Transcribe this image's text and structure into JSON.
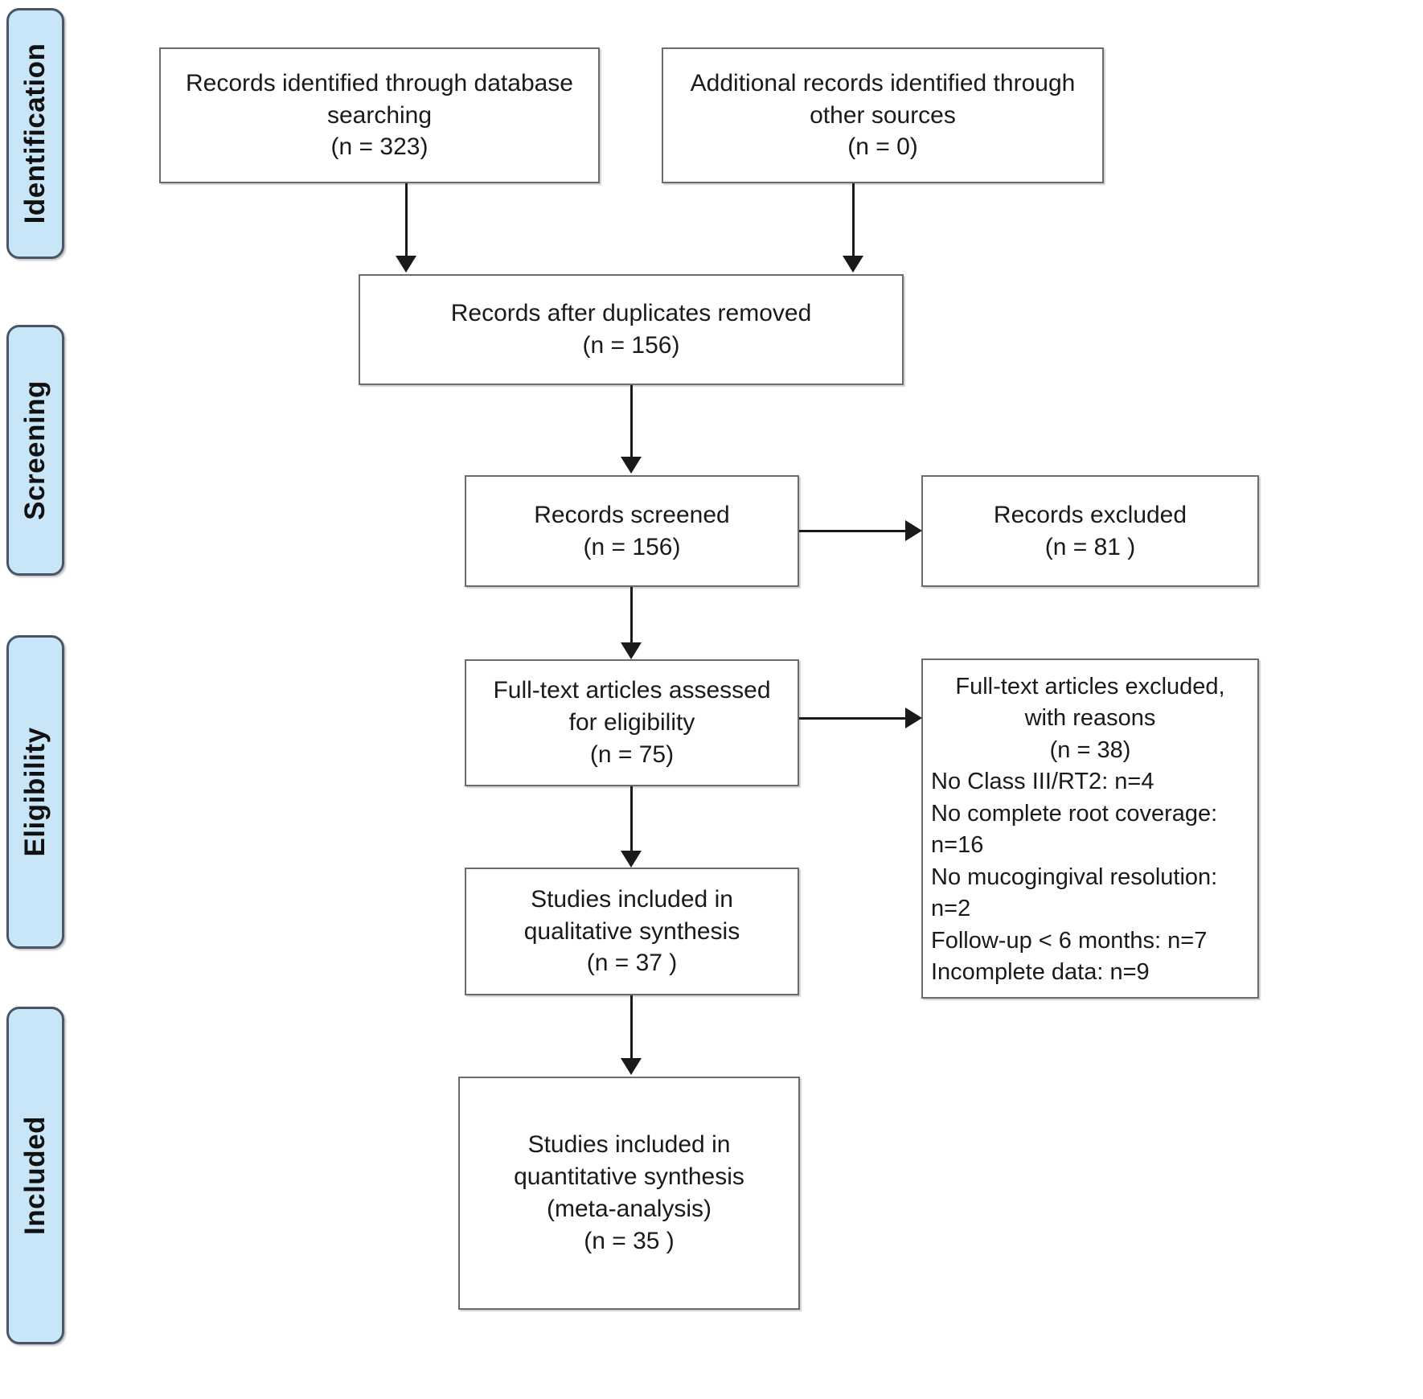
{
  "diagram": {
    "type": "prisma-flow-diagram",
    "stages": [
      {
        "id": "identification",
        "label": "Identification"
      },
      {
        "id": "screening",
        "label": "Screening"
      },
      {
        "id": "eligibility",
        "label": "Eligibility"
      },
      {
        "id": "included",
        "label": "Included"
      }
    ],
    "boxes": {
      "database_searching": {
        "line1": "Records identified through database",
        "line2": "searching",
        "line3": "(n = 323)"
      },
      "other_sources": {
        "line1": "Additional records identified through",
        "line2": "other sources",
        "line3": "(n = 0)"
      },
      "after_duplicates": {
        "line1": "Records after duplicates removed",
        "line2": "(n = 156)"
      },
      "records_screened": {
        "line1": "Records screened",
        "line2": "(n = 156)"
      },
      "records_excluded": {
        "line1": "Records excluded",
        "line2": "(n = 81 )"
      },
      "fulltext_assessed": {
        "line1": "Full-text articles assessed",
        "line2": "for eligibility",
        "line3": "(n = 75)"
      },
      "fulltext_excluded": {
        "line1": "Full-text articles excluded,",
        "line2": "with reasons",
        "line3": "(n = 38)",
        "reasons": [
          "No Class III/RT2: n=4",
          "No complete root coverage:",
          "n=16",
          "No mucogingival resolution:",
          "n=2",
          "Follow-up < 6 months: n=7",
          "Incomplete data: n=9"
        ]
      },
      "qualitative": {
        "line1": "Studies included in",
        "line2": "qualitative synthesis",
        "line3": "(n = 37 )"
      },
      "quantitative": {
        "line1": "Studies included in",
        "line2": "quantitative synthesis",
        "line3": "(meta-analysis)",
        "line4": "(n = 35 )"
      }
    },
    "colors": {
      "stage_fill": "#c9e6f8",
      "stage_border": "#4a5663",
      "box_border": "#6b6b6b",
      "connector": "#1a1a1a",
      "background": "#ffffff"
    }
  }
}
